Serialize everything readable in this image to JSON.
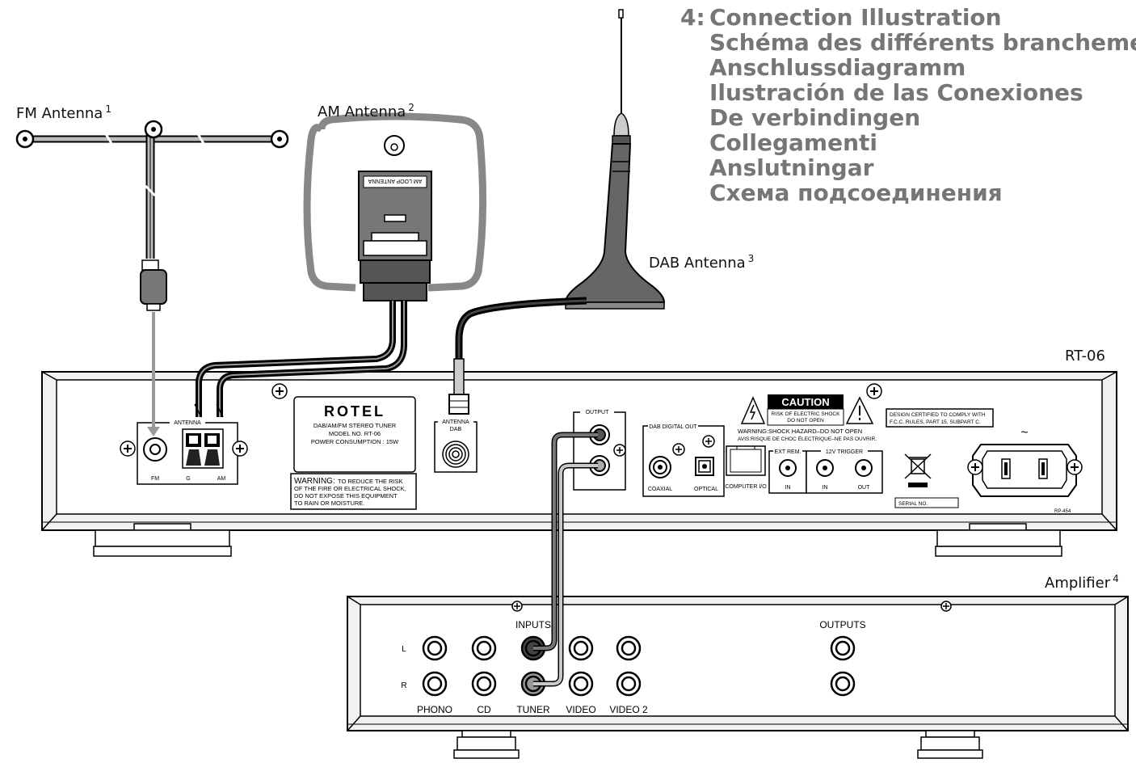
{
  "heading": {
    "number": "4:",
    "lines": [
      "Connection Illustration",
      "Schéma des différents branchements",
      "Anschlussdiagramm",
      "Ilustración de las Conexiones",
      "De verbindingen",
      "Collegamenti",
      "Anslutningar",
      "Схема подсоединения"
    ]
  },
  "labels": {
    "fm_antenna": {
      "text": "FM Antenna",
      "note": "1"
    },
    "am_antenna": {
      "text": "AM Antenna",
      "note": "2"
    },
    "dab_antenna": {
      "text": "DAB Antenna",
      "note": "3"
    },
    "tuner_model": "RT-06",
    "amplifier": {
      "text": "Amplifier",
      "note": "4"
    }
  },
  "am_loop_text": "AM LOOP ANTENNA",
  "tuner_panel": {
    "antenna_group": "ANTENNA",
    "fm": "FM",
    "g": "G",
    "am": "AM",
    "brand": "ROTEL",
    "plate_lines": [
      "DAB/AM/FM STEREO TUNER",
      "MODEL NO. RT-06",
      "POWER CONSUMPTION : 15W"
    ],
    "warning_title": "WARNING:",
    "warning_lines": [
      "TO REDUCE THE RISK",
      "OF THE FIRE OR ELECTRICAL SHOCK,",
      "DO NOT EXPOSE THIS EQUIPMENT",
      "TO RAIN OR MOISTURE."
    ],
    "antenna_dab": [
      "ANTENNA",
      "DAB"
    ],
    "output": "OUTPUT",
    "dab_digital_out": "DAB DIGITAL OUT",
    "coaxial": "COAXIAL",
    "optical": "OPTICAL",
    "computer_io": "COMPUTER I/O",
    "ext_rem": "EXT REM.",
    "trigger": "12V TRIGGER",
    "in": "IN",
    "out": "OUT",
    "caution": "CAUTION",
    "caution_lines": [
      "RISK OF ELECTRIC SHOCK",
      "DO NOT OPEN"
    ],
    "shock_warning": "WARNING:SHOCK HAZARD–DO NOT OPEN",
    "avis": "AVIS:RISQUE DE CHOC ÉLECTRIQUE–NE PAS OUVRIR.",
    "fcc_lines": [
      "DESIGN CERTIFIED TO COMPLY WITH",
      "F.C.C. RULES, PART 15, SUBPART C."
    ],
    "serial": "SERIAL NO.",
    "rp": "RP-454",
    "ac_symbol": "~"
  },
  "amp_panel": {
    "inputs": "INPUTS",
    "outputs": "OUTPUTS",
    "l": "L",
    "r": "R",
    "jacks": [
      "PHONO",
      "CD",
      "TUNER",
      "VIDEO",
      "VIDEO 2"
    ]
  }
}
